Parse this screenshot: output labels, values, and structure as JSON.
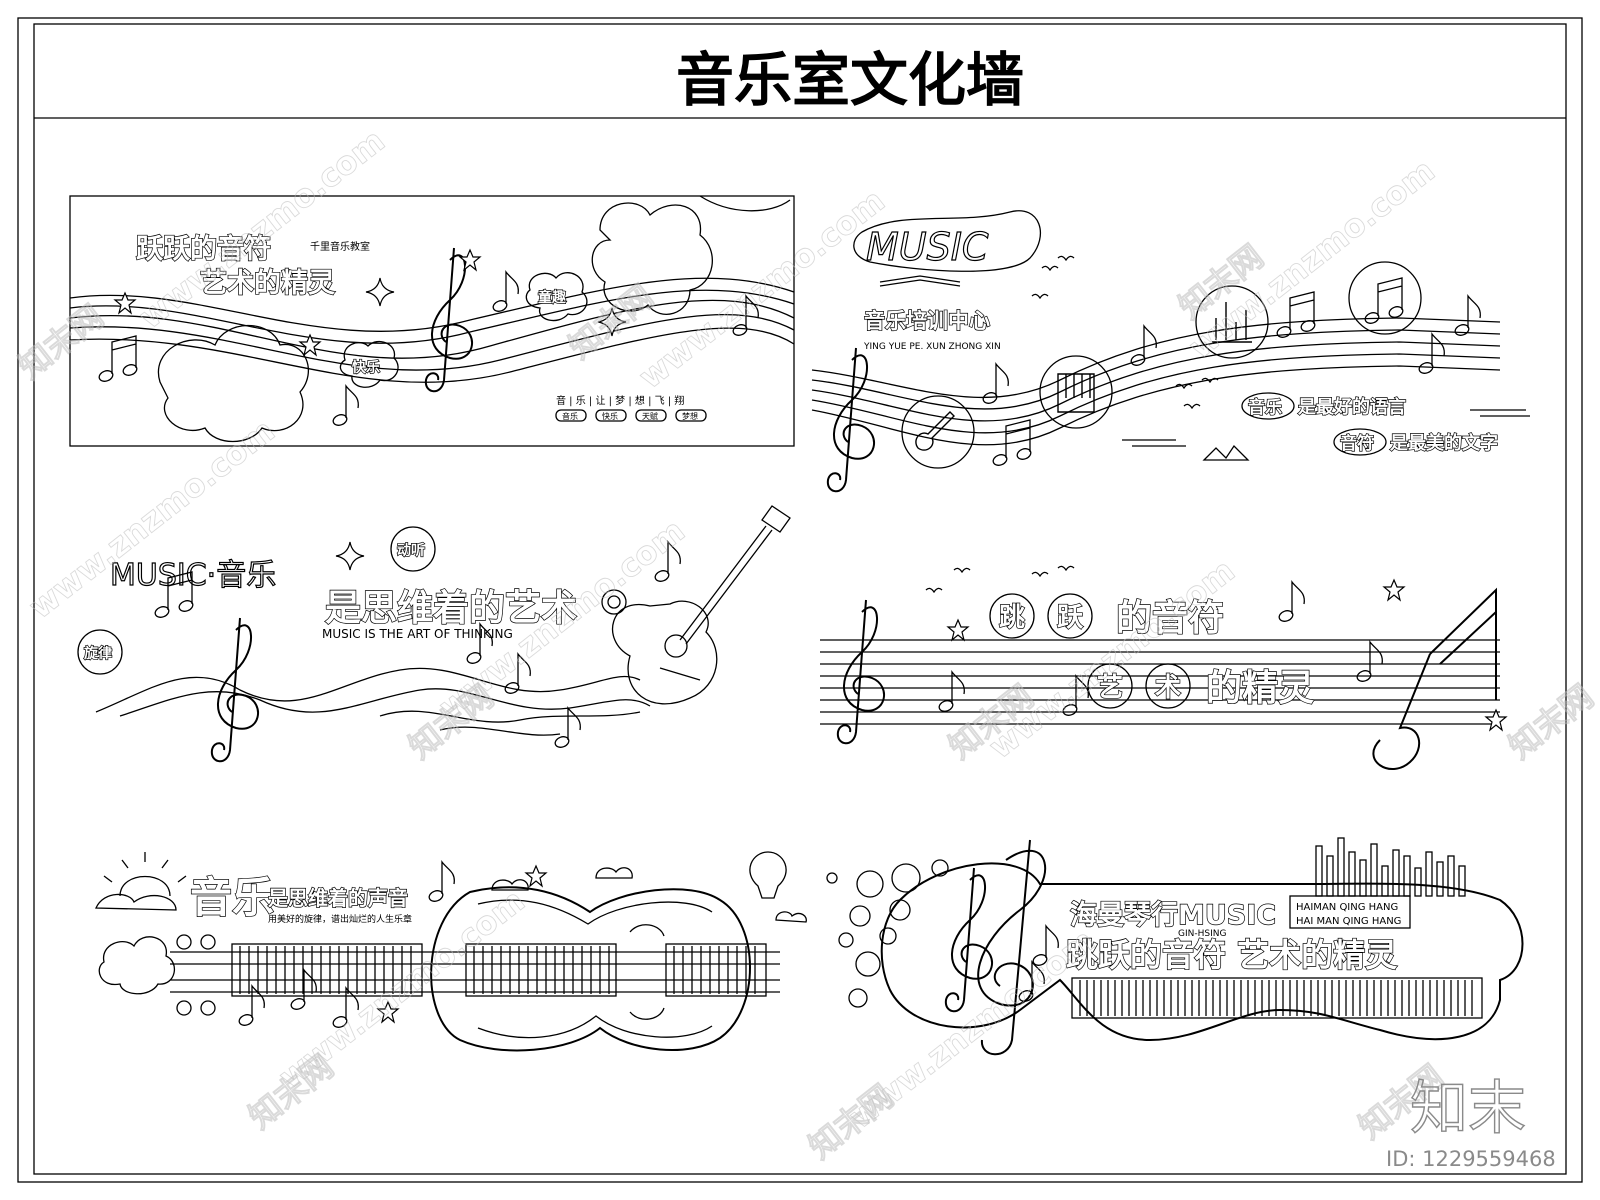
{
  "sheet": {
    "title": "音乐室文化墙"
  },
  "panel1": {
    "headline": [
      "跃跃的音符",
      "艺术的精灵"
    ],
    "small_title": "千里音乐教室",
    "bubble_kuaile": "快乐",
    "bubble_tongqu": "童趣",
    "slogan": "音 | 乐 | 让 | 梦 | 想 | 飞 | 翔",
    "tags": [
      "音乐",
      "快乐",
      "天赋",
      "梦想"
    ]
  },
  "panel2": {
    "logo": "MUSIC",
    "center": "音乐培训中心",
    "pinyin": "YING YUE PE. XUN ZHONG XIN",
    "line1_badge": "音乐",
    "line1_text": "是最好的语言",
    "line2_badge": "音符",
    "line2_text": "是最美的文字"
  },
  "panel3": {
    "music_label": "MUSIC·音乐",
    "main": "是思维着的艺术",
    "english": "MUSIC IS THE ART OF THINKING",
    "badge_dongting": "动听",
    "badge_xuanlv": "旋律"
  },
  "panel4": {
    "line1": [
      "跳",
      "跃",
      "的音符"
    ],
    "line2": [
      "艺",
      "术",
      "的精灵"
    ]
  },
  "panel5": {
    "big": "音乐",
    "main": "是思维着的声音",
    "sub": "用美好的旋律，谱出灿烂的人生乐章"
  },
  "panel6": {
    "brand": "海曼琴行MUSIC",
    "brand_sub": "GIN-HSING",
    "py1": "HAIMAN QING HANG",
    "py2": "HAI MAN QING HANG",
    "main": "跳跃的音符  艺术的精灵"
  },
  "watermark": {
    "site": "www.znzmo.com",
    "cn": "知末网",
    "brand": "知末",
    "id": "ID: 1229559468"
  }
}
